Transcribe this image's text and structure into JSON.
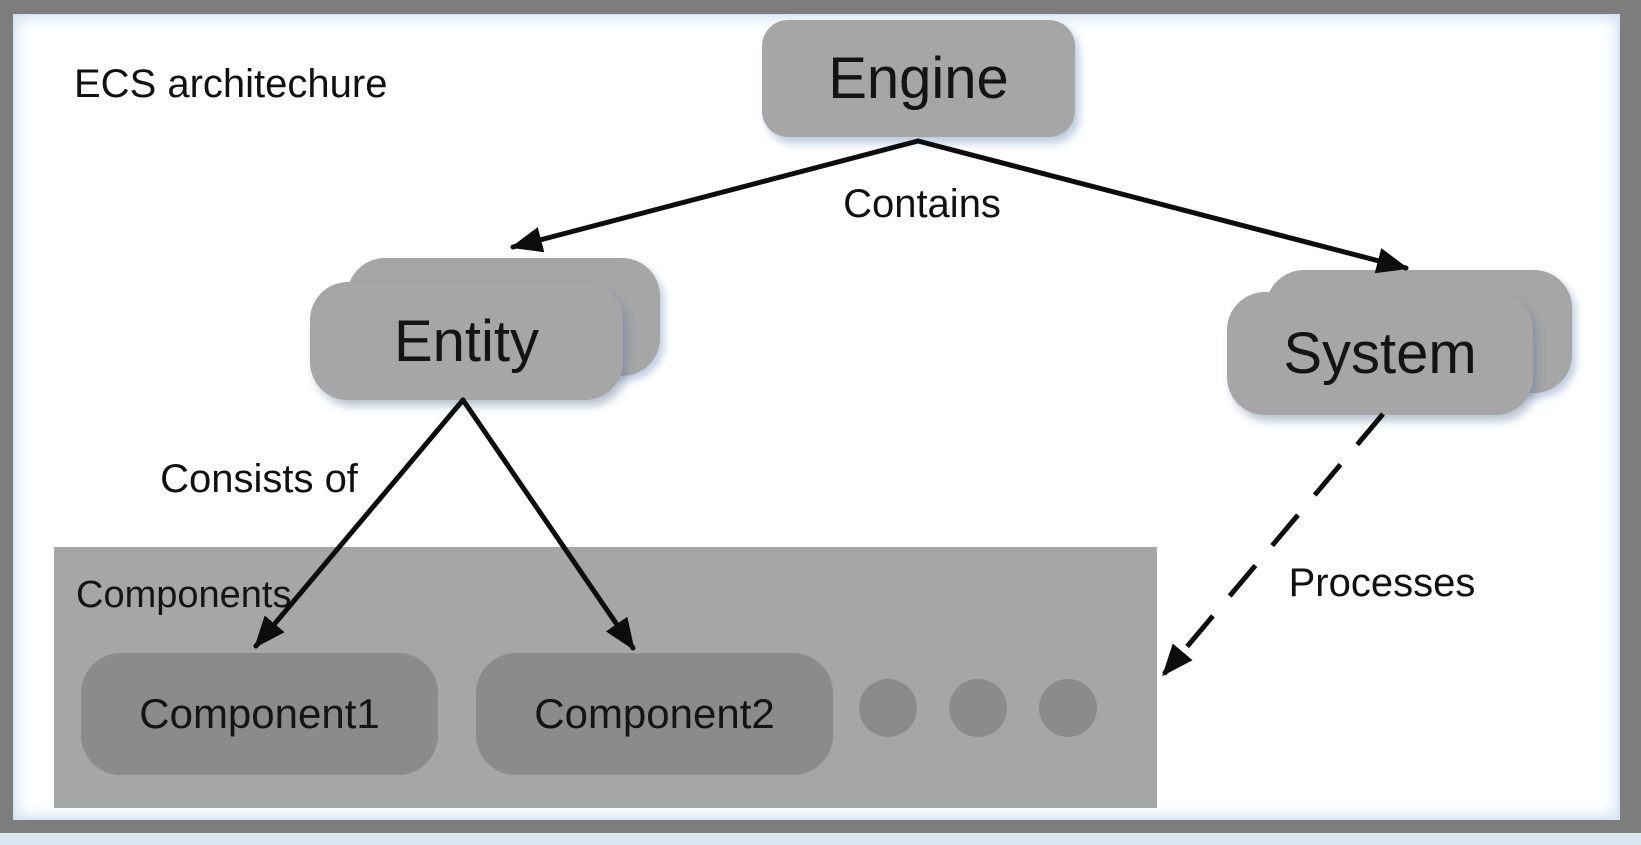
{
  "title": "ECS architechure",
  "nodes": {
    "engine": {
      "label": "Engine"
    },
    "entity": {
      "label": "Entity",
      "stacked": true
    },
    "system": {
      "label": "System",
      "stacked": true
    }
  },
  "edges": {
    "contains": {
      "label": "Contains",
      "from": "Engine",
      "to": "Entity / System",
      "style": "solid-arrow"
    },
    "consists_of": {
      "label": "Consists of",
      "from": "Entity",
      "to": "Components",
      "style": "solid-arrow"
    },
    "processes": {
      "label": "Processes",
      "from": "System",
      "to": "Components",
      "style": "dashed-arrow"
    }
  },
  "components_group": {
    "label": "Components",
    "items": [
      {
        "label": "Component1"
      },
      {
        "label": "Component2"
      }
    ],
    "ellipsis_dots": 3
  },
  "colors": {
    "node_fill": "#a6a6a6",
    "component_fill": "#8b8b8b",
    "group_fill": "#a6a6a6",
    "frame_border": "#7d7d7d",
    "edge_line": "#0d0d0d",
    "inner_glow": "#cfdff0",
    "page_background": "#dbe5f1",
    "text": "#141414"
  }
}
